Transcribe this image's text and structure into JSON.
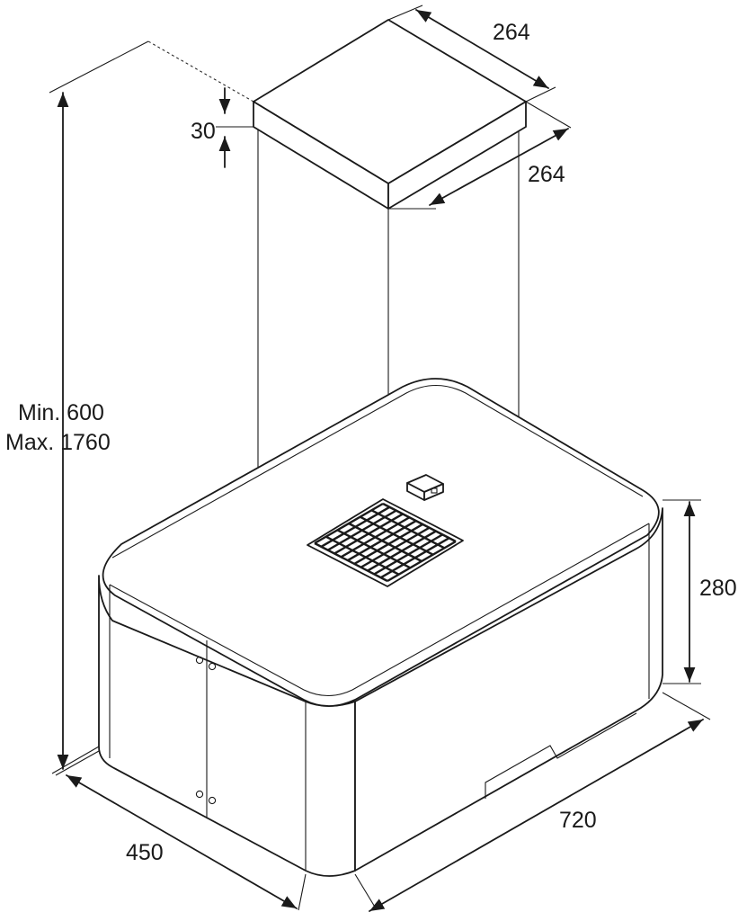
{
  "dimensions": {
    "chimney_width": "264",
    "chimney_depth": "264",
    "chimney_cap_height": "30",
    "height_min": "Min. 600",
    "height_max": "Max. 1760",
    "hood_height": "280",
    "hood_width": "720",
    "hood_depth": "450"
  },
  "icons": [
    "grease-filter-icon",
    "control-box-icon",
    "screw-icon"
  ],
  "colors": {
    "line": "#1a1a1a",
    "background": "#ffffff"
  }
}
